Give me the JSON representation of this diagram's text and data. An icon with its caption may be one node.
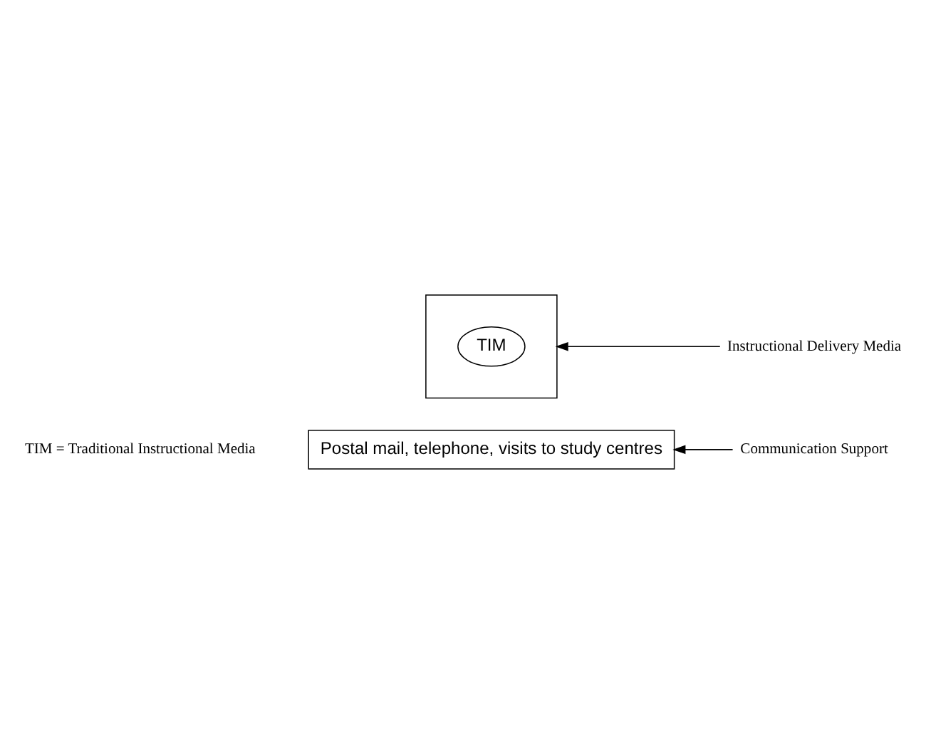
{
  "diagram": {
    "nodes": [
      {
        "text": [],
        "shape": "box"
      },
      {
        "text": [
          "TIM"
        ],
        "in": 0
      },
      {
        "text": [
          "Postal mail, telephone, visits to study centres"
        ]
      },
      {
        "text": [
          "Instructional Delivery Media"
        ]
      },
      {
        "text": [
          "Communication Support"
        ]
      }
    ],
    "edges": [
      {
        "from": 3,
        "to": 0,
        "arrow": "to"
      },
      {
        "from": 4,
        "to": 2,
        "arrow": "to"
      }
    ],
    "labels": [
      "TIM = Traditional Instructional Media"
    ]
  }
}
